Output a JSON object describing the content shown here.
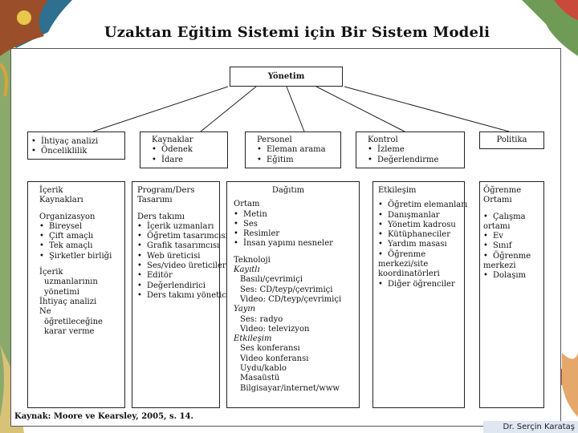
{
  "title": "Uzaktan Eğitim Sistemi için Bir Sistem Modeli",
  "top_node": "Yönetim",
  "middle_nodes": [
    {
      "title": "",
      "items": [
        "İhtiyaç analizi",
        "Önceliklilik"
      ]
    },
    {
      "title": "Kaynaklar",
      "items": [
        "Ödenek",
        "İdare"
      ]
    },
    {
      "title": "Personel",
      "items": [
        "Eleman arama",
        "Eğitim"
      ]
    },
    {
      "title": "Kontrol",
      "items": [
        "İzleme",
        "Değerlendirme"
      ]
    },
    {
      "title": "Politika",
      "items": []
    }
  ],
  "bottom": {
    "icerik": {
      "title": "İçerik Kaynakları",
      "sub1": "Organizasyon",
      "items1": [
        "Bireysel",
        "Çift amaçlı",
        "Tek amaçlı",
        "Şirketler birliği"
      ],
      "text2": [
        "İçerik",
        "uzmanlarının",
        "yönetimi",
        "İhtiyaç analizi",
        "Ne",
        "öğretileceğine",
        "karar verme"
      ]
    },
    "program": {
      "title": "Program/Ders Tasarımı",
      "sub1": "Ders takımı",
      "items": [
        "İçerik uzmanları",
        "Öğretim tasarımcısı",
        "Grafik tasarımcısı",
        "Web üreticisi",
        "Ses/video üreticileri",
        "Editör",
        "Değerlendirici",
        "Ders takımı yöneticisi"
      ]
    },
    "dagitim": {
      "title": "Dağıtım",
      "sub1": "Ortam",
      "items1": [
        "Metin",
        "Ses",
        "Resimler",
        "İnsan yapımı nesneler"
      ],
      "sub2": "Teknoloji",
      "k1": "Kayıtlı",
      "k1_items": [
        "Basılı/çevrimiçi",
        "Ses: CD/teyp/çevrimiçi",
        "Video: CD/teyp/çevrimiçi"
      ],
      "k2": "Yayın",
      "k2_items": [
        "Ses: radyo",
        "Video: televizyon"
      ],
      "k3": "Etkileşim",
      "k3_items": [
        "Ses konferansı",
        "Video konferansı",
        "Uydu/kablo",
        "Masaüstü",
        "Bilgisayar/internet/www"
      ]
    },
    "etkilesim": {
      "title": "Etkileşim",
      "items": [
        "Öğretim elemanları",
        "Danışmanlar",
        "Yönetim kadrosu",
        "Kütüphaneciler",
        "Yardım masası",
        "Öğrenme merkezi/site koordinatörleri",
        "Diğer öğrenciler"
      ]
    },
    "ogrenme": {
      "title": "Öğrenme Ortamı",
      "items": [
        "Çalışma ortamı",
        "Ev",
        "Sınıf",
        "Öğrenme merkezi",
        "Dolaşım"
      ]
    }
  },
  "caption": "Kaynak: Moore ve Kearsley, 2005, s. 14.",
  "author": "Dr. Serçin Karataş"
}
